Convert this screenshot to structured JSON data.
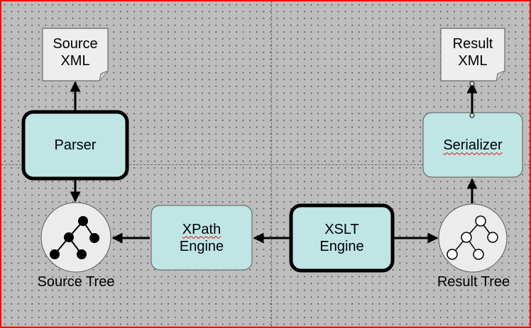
{
  "diagram": {
    "nodes": {
      "source_xml": "Source\nXML",
      "result_xml": "Result\nXML",
      "parser": "Parser",
      "serializer": "Serializer",
      "xpath_engine_line1": "XPath",
      "xpath_engine_line2": "Engine",
      "xslt_engine": "XSLT\nEngine",
      "source_tree": "Source Tree",
      "result_tree": "Result Tree"
    },
    "edges": [
      {
        "from": "parser",
        "to": "source_xml"
      },
      {
        "from": "parser",
        "to": "source_tree"
      },
      {
        "from": "xpath_engine",
        "to": "source_tree"
      },
      {
        "from": "xslt_engine",
        "to": "xpath_engine"
      },
      {
        "from": "xslt_engine",
        "to": "result_tree"
      },
      {
        "from": "result_tree",
        "to": "serializer"
      },
      {
        "from": "serializer",
        "to": "result_xml"
      }
    ],
    "colors": {
      "box_fill": "#bfe5e5",
      "document_fill": "#eeeeee",
      "tree_circle_fill": "#ececec",
      "background": "#bdbdbd",
      "frame_border": "#ff0000",
      "line": "#000000"
    }
  }
}
